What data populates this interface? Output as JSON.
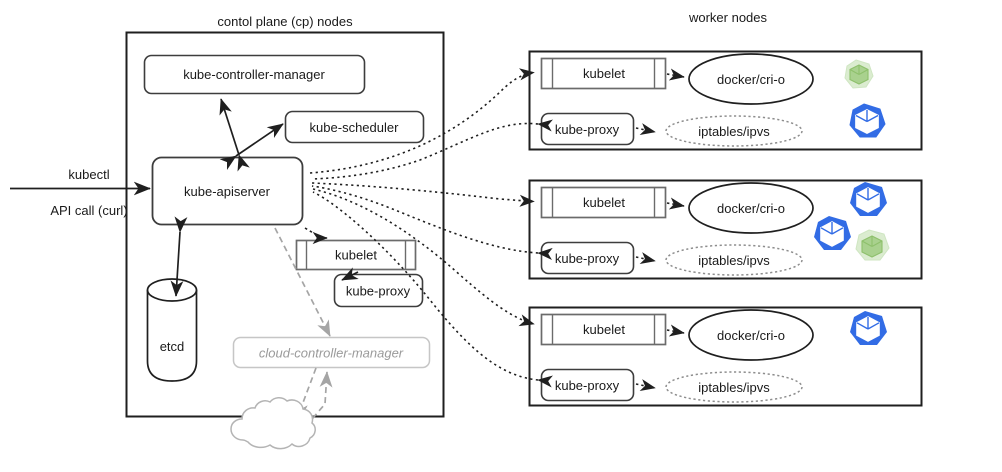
{
  "colors": {
    "stroke_dark": "#1f1f1f",
    "stroke_gray": "#9a9a9a",
    "stroke_mid": "#666666",
    "dotted": "#9b9b9b",
    "green_fill": "#a9d18e",
    "green_stroke": "#b9dca5",
    "blue": "#326ce5",
    "text": "#1a1a1a",
    "ghost_text": "#9a9a9a",
    "background": "#ffffff"
  },
  "control_plane": {
    "title": "contol plane (cp) nodes",
    "components": {
      "controller_manager": "kube-controller-manager",
      "scheduler": "kube-scheduler",
      "apiserver": "kube-apiserver",
      "kubelet": "kubelet",
      "kube_proxy": "kube-proxy",
      "etcd": "etcd",
      "cloud_controller_manager": "cloud-controller-manager"
    }
  },
  "external": {
    "kubectl_label": "kubectl",
    "api_call_label": "API call (curl)",
    "cloud_icon_name": "cloud-shape"
  },
  "workers": {
    "title": "worker nodes",
    "nodes": [
      {
        "kubelet": "kubelet",
        "kube_proxy": "kube-proxy",
        "runtime": "docker/cri-o",
        "networking": "iptables/ipvs",
        "pods": [
          {
            "type": "green",
            "name": "pod-icon-green"
          },
          {
            "type": "blue",
            "name": "pod-icon-blue"
          }
        ]
      },
      {
        "kubelet": "kubelet",
        "kube_proxy": "kube-proxy",
        "runtime": "docker/cri-o",
        "networking": "iptables/ipvs",
        "pods": [
          {
            "type": "blue",
            "name": "pod-icon-blue"
          },
          {
            "type": "blue",
            "name": "pod-icon-blue"
          },
          {
            "type": "green",
            "name": "pod-icon-green"
          }
        ]
      },
      {
        "kubelet": "kubelet",
        "kube_proxy": "kube-proxy",
        "runtime": "docker/cri-o",
        "networking": "iptables/ipvs",
        "pods": [
          {
            "type": "blue",
            "name": "pod-icon-blue"
          }
        ]
      }
    ]
  }
}
